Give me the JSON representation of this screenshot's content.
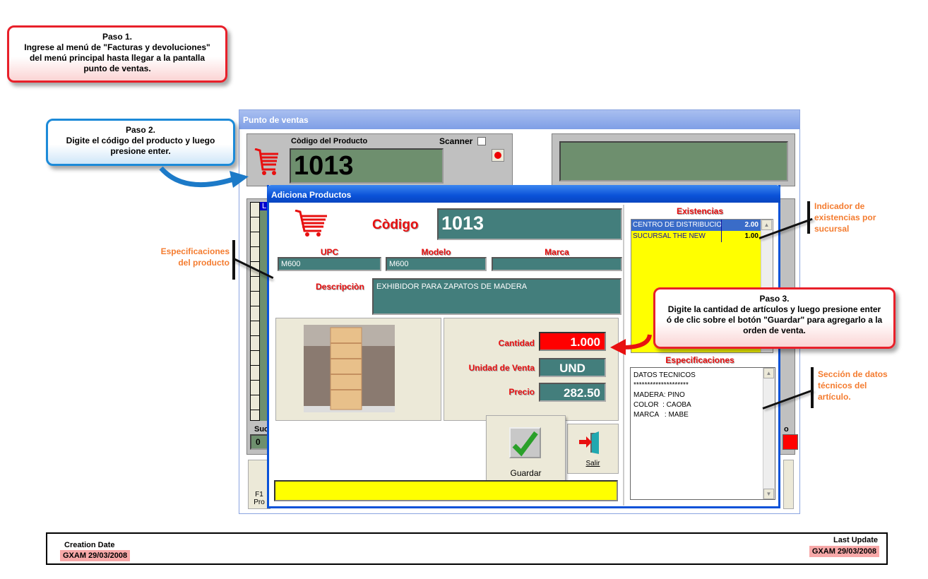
{
  "callouts": {
    "paso1": {
      "title": "Paso 1.",
      "text": "Ingrese al menú de \"Facturas y devoluciones\" del menú principal hasta llegar a la pantalla punto de ventas."
    },
    "paso2": {
      "title": "Paso 2.",
      "text": "Digite el código del producto y luego presione enter."
    },
    "paso3": {
      "title": "Paso 3.",
      "text": "Digite la cantidad de artículos y luego presione enter ó de clic sobre el botón \"Guardar\" para agregarlo a la orden de venta."
    }
  },
  "notes": {
    "existencias": "Indicador de existencias por sucursal",
    "especificaciones": "Especificaciones del producto",
    "tecnicos": "Sección de datos técnicos del artículo."
  },
  "main_window": {
    "title": "Punto de ventas",
    "codigo_label": "Còdigo del Producto",
    "scanner_label": "Scanner",
    "codigo_value": "1013",
    "grid_header": "L",
    "suc_label": "Suc",
    "suc_value": "0",
    "right_label": "o",
    "f1_label": "F1",
    "f1_sub": "Pro"
  },
  "dialog": {
    "title": "Adiciona Productos",
    "codigo_label": "Còdigo",
    "codigo_value": "1013",
    "upc_label": "UPC",
    "upc_value": "M600",
    "modelo_label": "Modelo",
    "modelo_value": "M600",
    "marca_label": "Marca",
    "marca_value": "",
    "descripcion_label": "Descripciòn",
    "descripcion_value": "EXHIBIDOR PARA ZAPATOS DE MADERA",
    "cantidad_label": "Cantidad",
    "cantidad_value": "1.000",
    "unidad_label": "Unidad de Venta",
    "unidad_value": "UND",
    "precio_label": "Precio",
    "precio_value": "282.50",
    "guardar_label": "Guardar",
    "salir_label": "Salir",
    "existencias_title": "Existencias",
    "existencias": [
      {
        "sucursal": "CENTRO DE DISTRIBUCION",
        "cantidad": "2.00"
      },
      {
        "sucursal": "SUCURSAL THE NEW",
        "cantidad": "1.00"
      }
    ],
    "especificaciones_title": "Especificaciones",
    "especificaciones_lines": [
      "DATOS TECNICOS",
      "********************",
      "MADERA: PINO",
      "COLOR  : CAOBA",
      "MARCA   : MABE"
    ]
  },
  "footer": {
    "creation_label": "Creation Date",
    "creation_value": "GXAM 29/03/2008",
    "update_label": "Last Update",
    "update_value": "GXAM 29/03/2008"
  }
}
